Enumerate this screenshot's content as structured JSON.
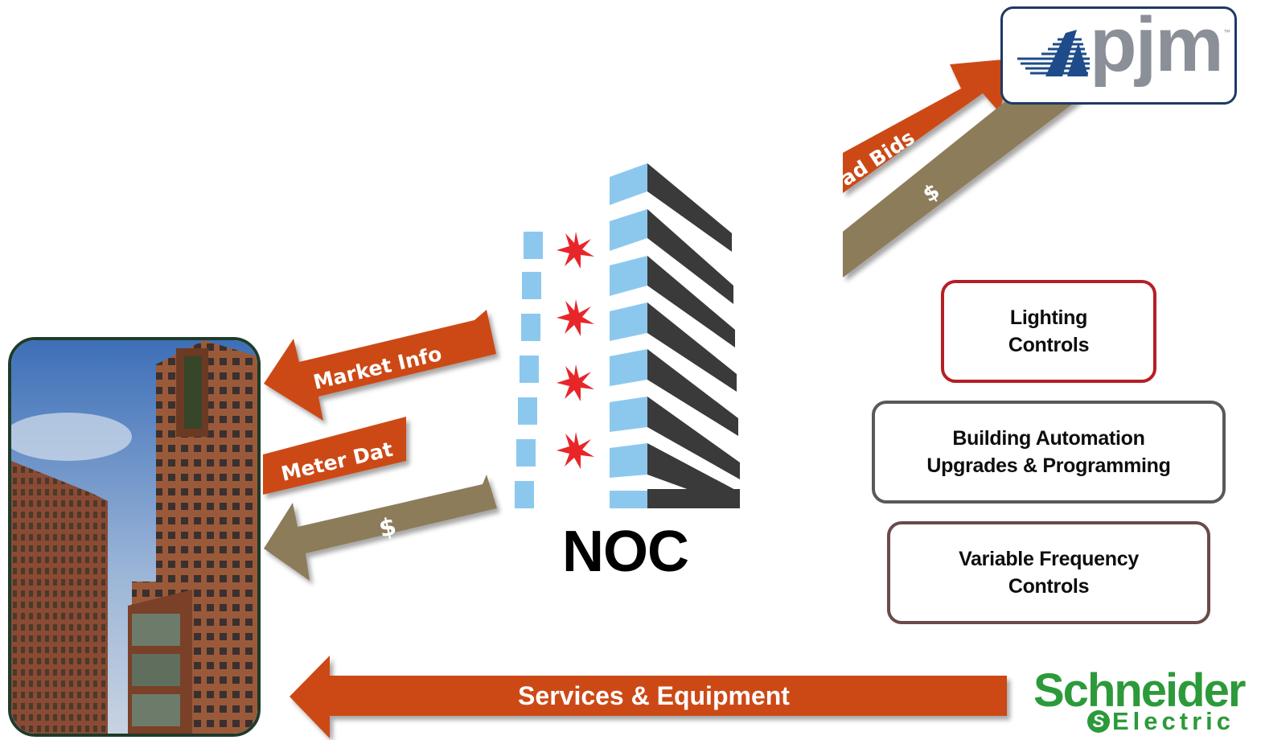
{
  "center": {
    "label": "NOC"
  },
  "arrows": {
    "market_info": "Market Info",
    "meter_data": "Meter Dat",
    "money_left": "$",
    "load_bids": "ad Bids",
    "money_right": "$",
    "services": "Services & Equipment"
  },
  "boxes": {
    "lighting": {
      "line1": "Lighting",
      "line2": "Controls"
    },
    "building": {
      "line1": "Building Automation",
      "line2": "Upgrades & Programming"
    },
    "vfd": {
      "line1": "Variable Frequency",
      "line2": "Controls"
    }
  },
  "logos": {
    "pjm": {
      "text": "pjm",
      "tm": "™"
    },
    "schneider": {
      "line1": "Schneider",
      "line2": "Electric"
    }
  },
  "colors": {
    "orange_arrow": "#cc4a17",
    "tan_arrow": "#8c7b5a",
    "window_blue": "#8cc8ee",
    "floor_dark": "#3a3a3a",
    "star_red": "#e8262a",
    "schneider_green": "#2c9a3a",
    "lighting_border": "#b51f24",
    "building_border": "#595959",
    "vfd_border": "#6b4a4a"
  }
}
